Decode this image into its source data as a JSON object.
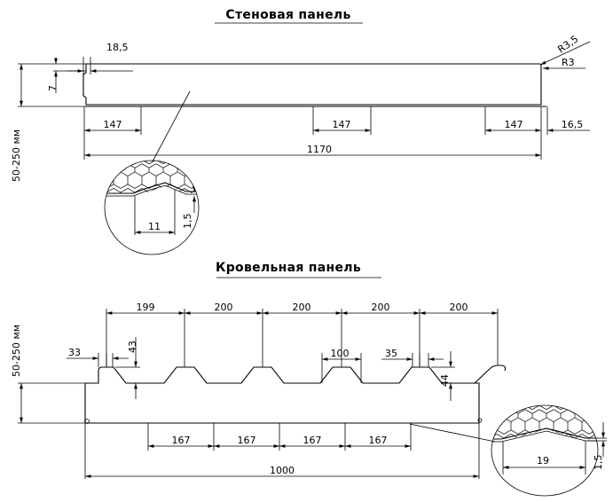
{
  "wall_panel": {
    "title": "Стеновая панель",
    "thickness_label": "50-250 мм",
    "dims": {
      "groove_width": "18,5",
      "groove_depth": "7",
      "radius_outer": "R3,5",
      "radius_inner": "R3",
      "rib_left": "147",
      "rib_middle": "147",
      "rib_right": "147",
      "edge": "16,5",
      "total_width": "1170"
    },
    "detail": {
      "width": "11",
      "depth": "1,5"
    }
  },
  "roof_panel": {
    "title": "Кровельная панель",
    "thickness_label": "50-250 мм",
    "rib_pitch": [
      "199",
      "200",
      "200",
      "200",
      "200"
    ],
    "dims": {
      "rib_top_left": "33",
      "rib_height_left": "43",
      "rib_top_middle": "100",
      "rib_top_right": "35",
      "rib_height_right": "44",
      "total_width": "1000"
    },
    "bottom_pitch": [
      "167",
      "167",
      "167",
      "167"
    ],
    "detail": {
      "width": "19",
      "depth": "1,5"
    }
  }
}
